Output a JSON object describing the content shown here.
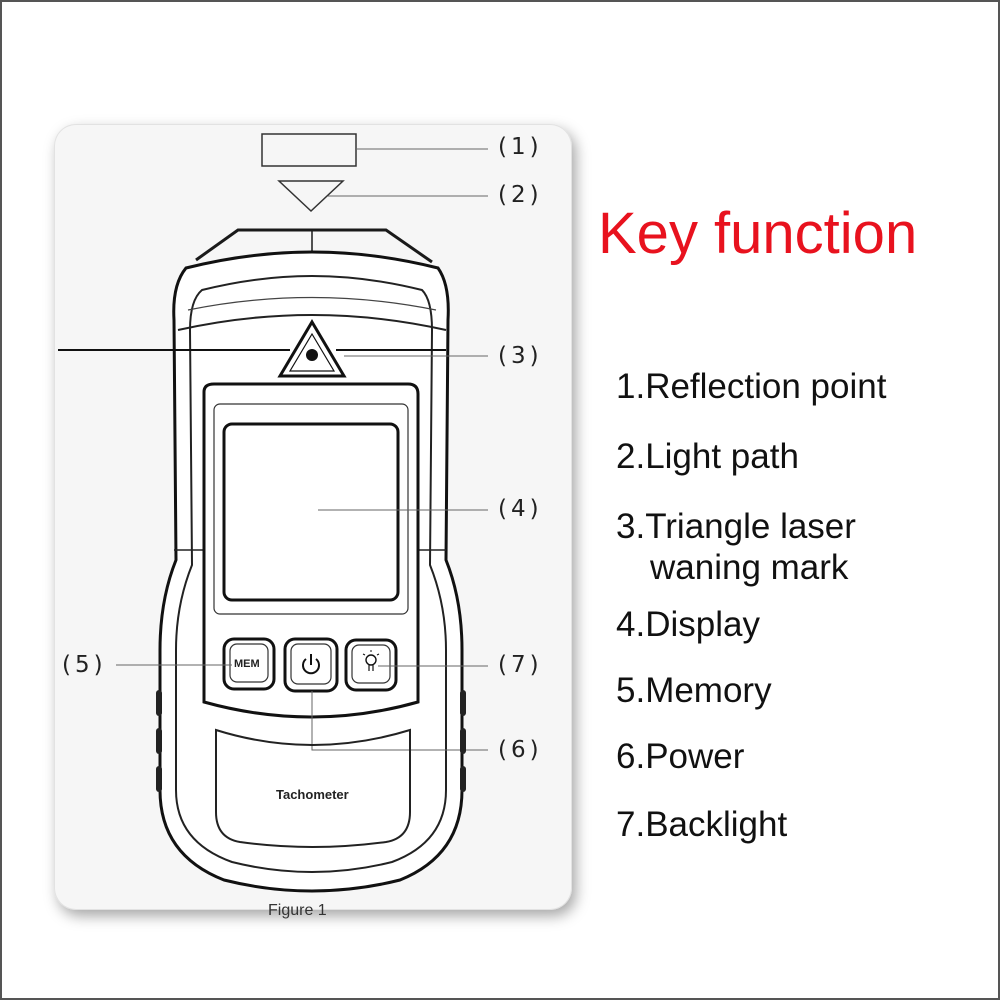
{
  "heading": "Key function",
  "callouts": [
    "(1)",
    "(2)",
    "(3)",
    "(4)",
    "(5)",
    "(6)",
    "(7)"
  ],
  "device": {
    "title": "Tachometer",
    "mem_button_label": "MEM",
    "figure_caption_fragment": "Figure 1"
  },
  "key_functions": [
    {
      "text": "1.Reflection point"
    },
    {
      "text": "2.Light path"
    },
    {
      "text": "3.Triangle laser",
      "continuation": "waning mark"
    },
    {
      "text": "4.Display"
    },
    {
      "text": "5.Memory"
    },
    {
      "text": "6.Power"
    },
    {
      "text": "7.Backlight"
    }
  ],
  "colors": {
    "heading": "#e8121e",
    "device_outline": "#1a1a1a",
    "card_background": "#f6f6f6"
  },
  "icons": [
    "laser-warning-icon",
    "power-icon",
    "backlight-bulb-icon"
  ]
}
